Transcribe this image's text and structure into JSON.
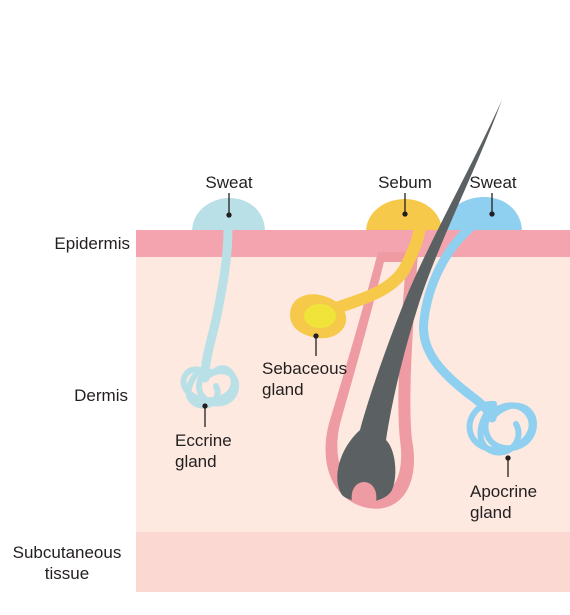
{
  "layers": {
    "epidermis": "Epidermis",
    "dermis": "Dermis",
    "subcutaneous": "Subcutaneous\ntissue"
  },
  "labels": {
    "sweat_left": "Sweat",
    "sebum": "Sebum",
    "sweat_right": "Sweat",
    "sebaceous_gland": "Sebaceous\ngland",
    "eccrine_gland": "Eccrine\ngland",
    "apocrine_gland": "Apocrine\ngland"
  },
  "colors": {
    "epidermis": "#f4a4ae",
    "dermis": "#fde9df",
    "subcutaneous": "#fbd8d1",
    "eccrine": "#b9e0e6",
    "apocrine": "#8fd0f0",
    "sebum": "#f7c94a",
    "sebum_core": "#f0e43a",
    "hair": "#5b6063",
    "follicle": "#ee9ba4"
  }
}
